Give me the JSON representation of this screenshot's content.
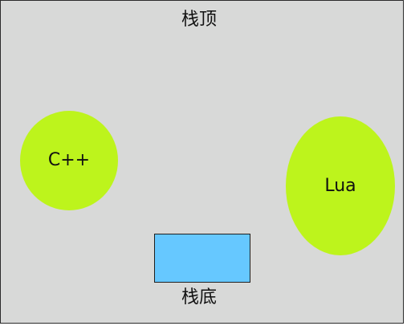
{
  "diagram": {
    "stack_top_label": "栈顶",
    "stack_bottom_label": "栈底",
    "nodes": [
      {
        "label": "C++",
        "color": "#bdf41c"
      },
      {
        "label": "Lua",
        "color": "#bdf41c"
      }
    ],
    "stack_element": {
      "color": "#66c8ff"
    },
    "background_color": "#d8d9d8"
  }
}
